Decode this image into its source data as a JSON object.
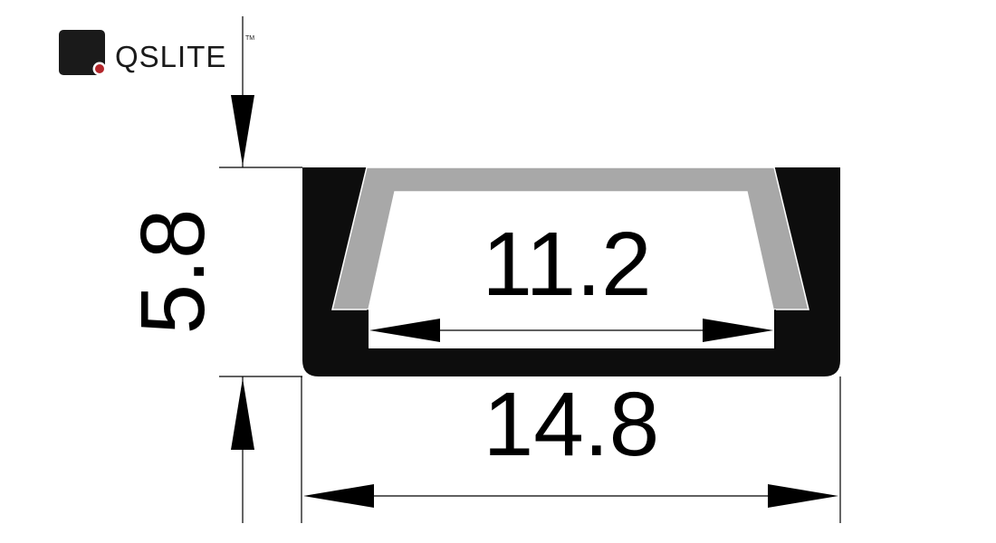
{
  "brand": {
    "name": "QSLITE",
    "trademark": "TM",
    "logo_color": "#1a1a1a",
    "accent_dot_color": "#b3262b"
  },
  "profile": {
    "body_color": "#0d0d0d",
    "diffuser_color": "#a8a8a8",
    "line_color": "#000000"
  },
  "dimensions": {
    "height": "5.8",
    "inner_width": "11.2",
    "outer_width": "14.8"
  }
}
